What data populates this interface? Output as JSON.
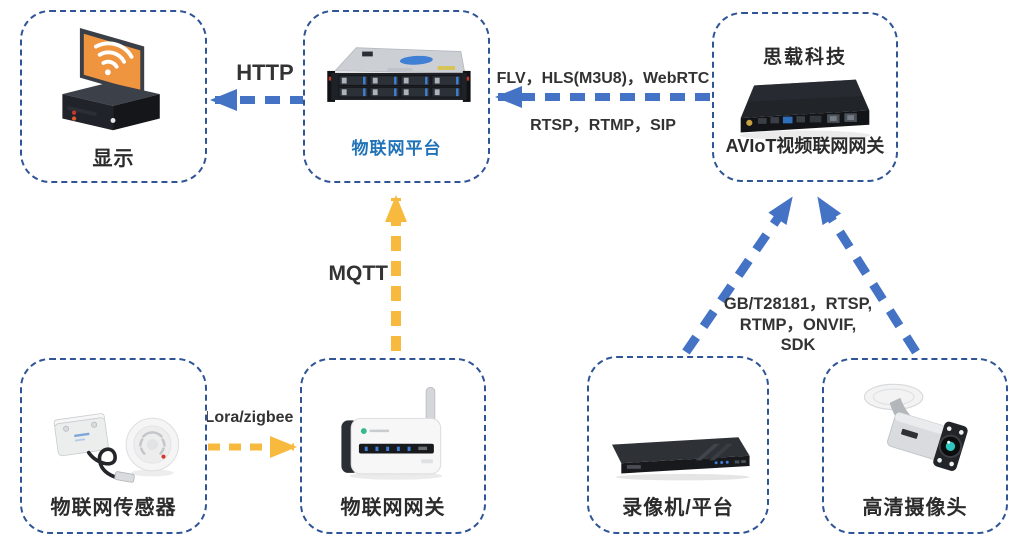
{
  "colors": {
    "border_blue": "#2F5597",
    "arrow_blue": "#4472C4",
    "arrow_yellow": "#F8B93F",
    "platform_label_blue": "#2173B8",
    "text_dark": "#333333",
    "label_dark": "#2B2B2B",
    "screen_orange": "#F0953F"
  },
  "nodes": {
    "display": {
      "label": "显示",
      "icon": "tv-with-wifi-and-settop-box-icon"
    },
    "platform": {
      "label": "物联网平台",
      "icon": "rack-server-photo"
    },
    "aviot": {
      "title": "思载科技",
      "label": "AVIoT视频联网网关",
      "icon": "black-gateway-device-photo"
    },
    "sensors": {
      "label": "物联网传感器",
      "icon": "box-sensor-and-smoke-detector-photo"
    },
    "iot_gateway": {
      "label": "物联网网关",
      "icon": "white-lora-gateway-with-antenna-photo"
    },
    "recorder": {
      "label": "录像机/平台",
      "icon": "nvr-recorder-photo"
    },
    "camera": {
      "label": "高清摄像头",
      "icon": "bullet-camera-illustration"
    }
  },
  "edges": {
    "http": {
      "label": "HTTP",
      "direction": "right-to-left",
      "style": "blue-dashed"
    },
    "stream": {
      "label_top": "FLV，HLS(M3U8)，WebRTC",
      "label_bottom": "RTSP，RTMP，SIP",
      "direction": "right-to-left",
      "style": "blue-dashed"
    },
    "mqtt": {
      "label": "MQTT",
      "direction": "bottom-to-top",
      "style": "yellow-dashed"
    },
    "lora": {
      "label": "Lora/zigbee",
      "direction": "left-to-right",
      "style": "yellow-dashed"
    },
    "gb": {
      "line1": "GB/T28181，RTSP,",
      "line2": "RTMP，ONVIF,",
      "line3": "SDK",
      "direction": "bottom-to-top",
      "style": "blue-dashed"
    }
  }
}
